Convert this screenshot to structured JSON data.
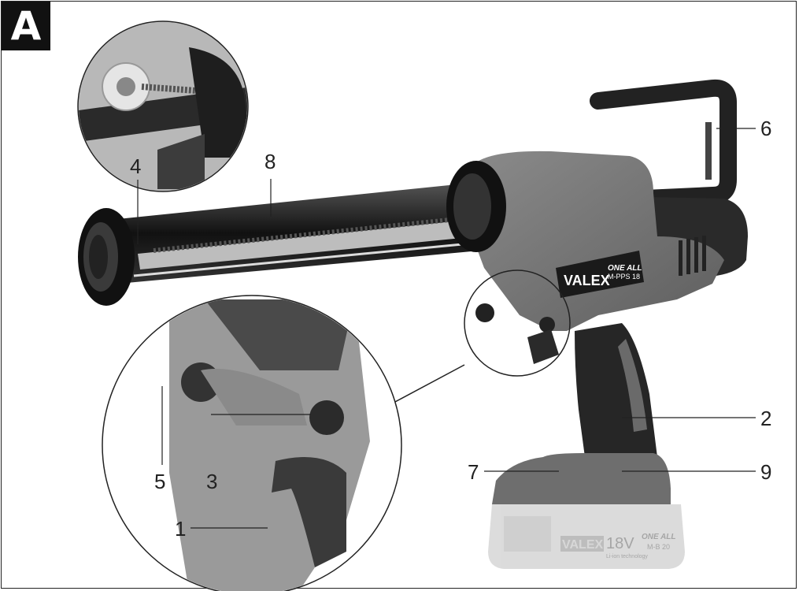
{
  "figure": {
    "panel_letter": "A",
    "brand_label": "VALEX",
    "series_label": "ONE ALL",
    "model_label": "M-PPS 18",
    "battery": {
      "brand_label": "VALEX",
      "voltage_label": "18V",
      "tech_label": "Li-ion technology",
      "series_label": "ONE ALL",
      "model_label": "M-B 20"
    },
    "callouts": [
      "1",
      "2",
      "3",
      "4",
      "5",
      "6",
      "7",
      "8",
      "9"
    ]
  }
}
